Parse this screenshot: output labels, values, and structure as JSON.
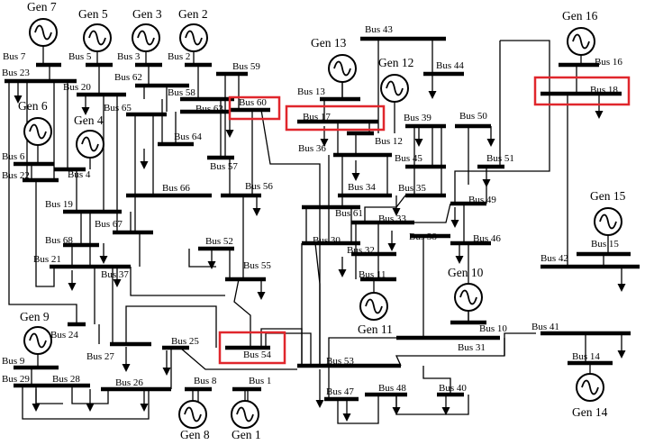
{
  "diagram": {
    "type": "power-system one-line diagram",
    "highlight_color": "#e0262c",
    "highlighted_buses": [
      "Bus 17",
      "Bus 18",
      "Bus 54",
      "Bus 60"
    ],
    "bus_labels": {
      "b1": "Bus 1",
      "b2": "Bus 2",
      "b3": "Bus 3",
      "b4": "Bus 4",
      "b5": "Bus 5",
      "b6": "Bus 6",
      "b7": "Bus 7",
      "b8": "Bus 8",
      "b9": "Bus 9",
      "b10": "Bus 10",
      "b11": "Bus 11",
      "b12": "Bus 12",
      "b13": "Bus 13",
      "b14": "Bus 14",
      "b15": "Bus 15",
      "b16": "Bus 16",
      "b17": "Bus 17",
      "b18": "Bus 18",
      "b19": "Bus 19",
      "b20": "Bus 20",
      "b21": "Bus 21",
      "b22": "Bus 22",
      "b23": "Bus 23",
      "b24": "Bus 24",
      "b25": "Bus 25",
      "b26": "Bus 26",
      "b27": "Bus 27",
      "b28": "Bus 28",
      "b29": "Bus 29",
      "b30": "Bus 30",
      "b31": "Bus 31",
      "b32": "Bus 32",
      "b33": "Bus 33",
      "b34": "Bus 34",
      "b35": "Bus 35",
      "b36": "Bus 36",
      "b37": "Bus 37",
      "b38": "Bus 38",
      "b39": "Bus 39",
      "b40": "Bus 40",
      "b41": "Bus 41",
      "b42": "Bus 42",
      "b43": "Bus 43",
      "b44": "Bus 44",
      "b45": "Bus 45",
      "b46": "Bus 46",
      "b47": "Bus 47",
      "b48": "Bus 48",
      "b49": "Bus 49",
      "b50": "Bus 50",
      "b51": "Bus 51",
      "b52": "Bus 52",
      "b53": "Bus 53",
      "b54": "Bus 54",
      "b55": "Bus 55",
      "b56": "Bus 56",
      "b57": "Bus 57",
      "b58": "Bus 58",
      "b59": "Bus 59",
      "b60": "Bus 60",
      "b61": "Bus 61",
      "b62": "Bus 62",
      "b63": "Bus 63",
      "b64": "Bus 64",
      "b65": "Bus 65",
      "b66": "Bus 66",
      "b67": "Bus 67",
      "b68": "Bus 68"
    },
    "generator_labels": {
      "g1": "Gen 1",
      "g2": "Gen 2",
      "g3": "Gen 3",
      "g4": "Gen 4",
      "g5": "Gen 5",
      "g6": "Gen 6",
      "g7": "Gen 7",
      "g8": "Gen 8",
      "g9": "Gen 9",
      "g10": "Gen 10",
      "g11": "Gen 11",
      "g12": "Gen 12",
      "g13": "Gen 13",
      "g14": "Gen 14",
      "g15": "Gen 15",
      "g16": "Gen 16"
    }
  }
}
